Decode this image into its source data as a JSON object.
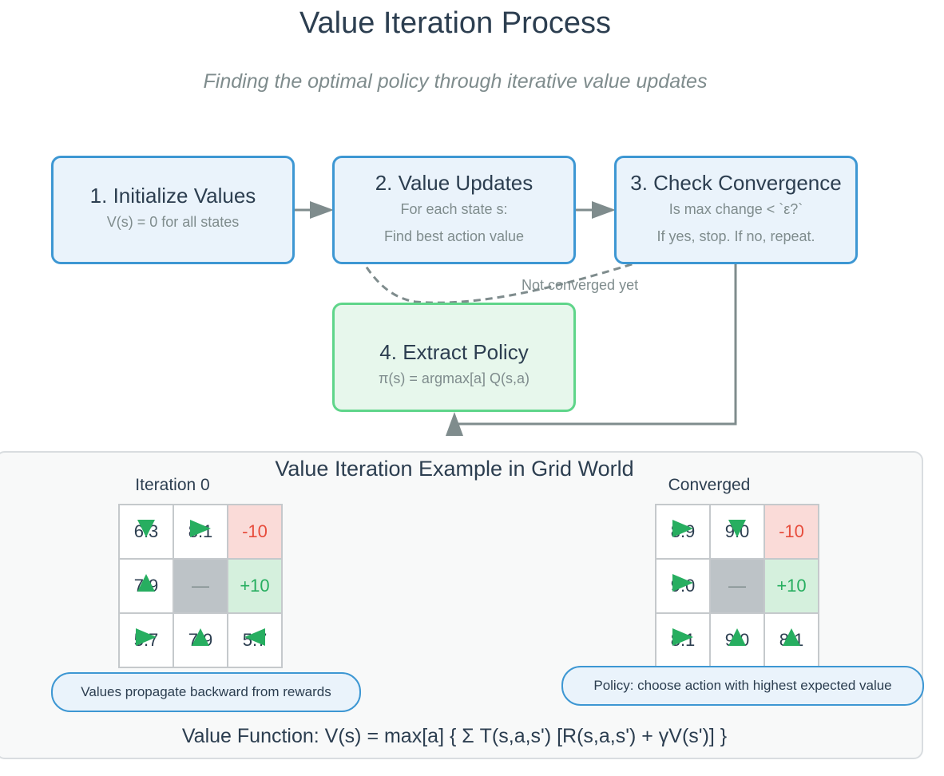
{
  "title": "Value Iteration Process",
  "subtitle": "Finding the optimal policy through iterative value updates",
  "steps": [
    {
      "title": "1. Initialize Values",
      "lines": [
        "V(s) = 0 for all states"
      ]
    },
    {
      "title": "2. Value Updates",
      "lines": [
        "For each state s:",
        "Find best action value"
      ]
    },
    {
      "title": "3. Check Convergence",
      "lines": [
        "Is max change < `ε?`",
        "If yes, stop. If no, repeat."
      ]
    },
    {
      "title": "4. Extract Policy",
      "lines": [
        "π(s) = argmax[a] Q(s,a)"
      ]
    }
  ],
  "edge_label": "Not converged yet",
  "example": {
    "title": "Value Iteration Example in Grid World",
    "grids": [
      {
        "label": "Iteration 0",
        "cells": [
          "6.3",
          "8.1",
          "-10",
          "7.9",
          "—",
          "+10",
          "5.7",
          "7.9",
          "5.7"
        ],
        "arrows": [
          "down",
          "right",
          "",
          "up",
          "",
          "",
          "right",
          "up",
          "left"
        ]
      },
      {
        "label": "Converged",
        "cells": [
          "8.9",
          "9.0",
          "-10",
          "9.0",
          "—",
          "+10",
          "8.1",
          "9.0",
          "8.1"
        ],
        "arrows": [
          "right",
          "down",
          "",
          "right",
          "",
          "",
          "right",
          "up",
          "up"
        ]
      }
    ],
    "notes": [
      "Values propagate backward from rewards",
      "Policy: choose action with highest expected value"
    ],
    "formula": "Value Function: V(s) = max[a] { Σ T(s,a,s') [R(s,a,s') + γV(s')] }"
  },
  "colors": {
    "step_border": "#3d97d3",
    "policy_border": "#5fd58a",
    "arrow_gray": "#7f8c8d",
    "policy_arrow": "#27ae60",
    "negative_reward": "#e74c3c",
    "positive_reward": "#27ae60"
  }
}
